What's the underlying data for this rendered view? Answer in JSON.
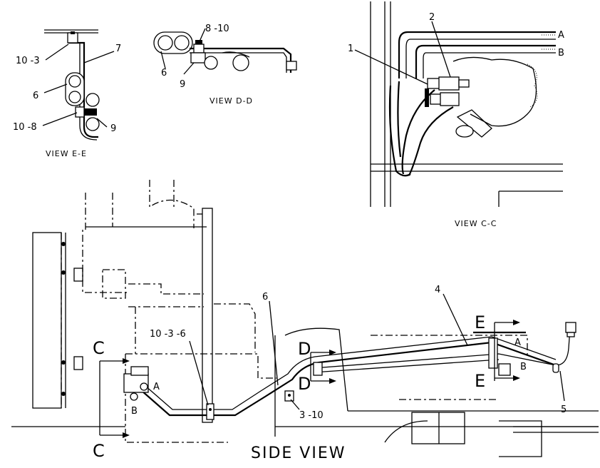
{
  "views": {
    "view_e": {
      "title": "VIEW E-E",
      "callouts": {
        "c1": "10 -3",
        "c2": "7",
        "c3": "6",
        "c4": "10 -8",
        "c5": "9"
      }
    },
    "view_d": {
      "title": "VIEW D-D",
      "callouts": {
        "c1": "8 -10",
        "c2": "6",
        "c3": "9"
      }
    },
    "view_c": {
      "title": "VIEW C-C",
      "callouts": {
        "c1": "1",
        "c2": "2",
        "line_a": "A",
        "line_b": "B"
      }
    },
    "side_view": {
      "title": "SIDE VIEW",
      "section_marks": {
        "c_top": "C",
        "c_bottom": "C",
        "d_top": "D",
        "d_bottom": "D",
        "e_top": "E",
        "e_bottom": "E"
      },
      "callouts": {
        "c1": "10 -3 -6",
        "c2": "6",
        "c3": "4",
        "c4": "3 -10",
        "c5": "5",
        "a_left": "A",
        "b_left": "B",
        "a_right": "A",
        "b_right": "B"
      }
    }
  }
}
